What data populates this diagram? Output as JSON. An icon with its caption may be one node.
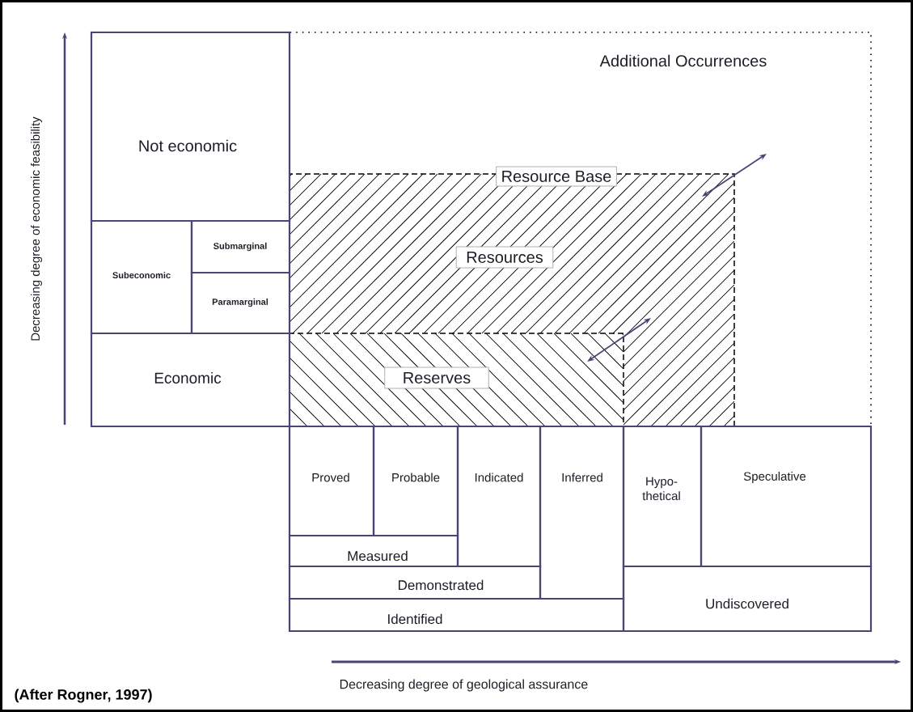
{
  "diagram": {
    "nodes": [
      {
        "text": [
          "Not economic"
        ]
      },
      {
        "text": [
          "Subeconomic"
        ]
      },
      {
        "text": [
          "Submarginal"
        ]
      },
      {
        "text": [
          "Paramarginal"
        ]
      },
      {
        "text": [
          "Economic"
        ]
      },
      {
        "text": [
          "Additional Occurrences"
        ]
      },
      {
        "text": [
          "Resource Base"
        ],
        "in": 5
      },
      {
        "text": [
          "Resources"
        ],
        "in": 6
      },
      {
        "text": [
          "Reserves"
        ],
        "in": 6
      },
      {
        "text": [
          "Proved"
        ]
      },
      {
        "text": [
          "Probable"
        ]
      },
      {
        "text": [
          "Indicated"
        ]
      },
      {
        "text": [
          "Inferred"
        ]
      },
      {
        "text": [
          "Hypo- thetical"
        ]
      },
      {
        "text": [
          "Speculative"
        ]
      },
      {
        "text": [
          "Measured"
        ]
      },
      {
        "text": [
          "Demonstrated"
        ]
      },
      {
        "text": [
          "Identified"
        ]
      },
      {
        "text": [
          "Undiscovered"
        ]
      }
    ],
    "labels": [
      "Decreasing degree of economic feasibility",
      "Decreasing degree of geological assurance",
      "(After Rogner, 1997)"
    ]
  }
}
